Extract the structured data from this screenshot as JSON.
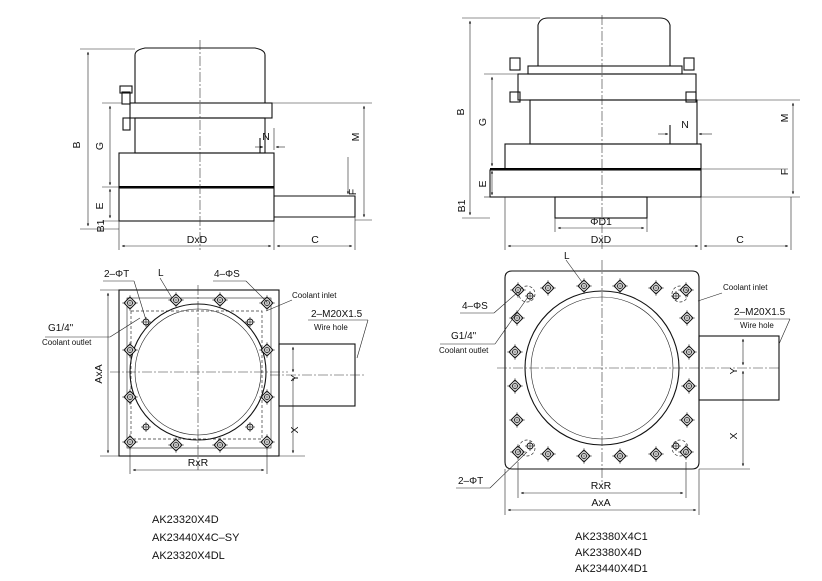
{
  "left_drawing": {
    "dims": {
      "B": "B",
      "G": "G",
      "E": "E",
      "B1": "B1",
      "M": "M",
      "N": "N",
      "F": "F",
      "DxD": "DxD",
      "C": "C",
      "AxA": "AxA",
      "RxR": "RxR",
      "X": "X",
      "Y": "Y"
    },
    "callouts": {
      "holes_T": "2–ΦT",
      "L": "L",
      "holes_S": "4–ΦS",
      "coolant_inlet": "Coolant inlet",
      "g14": "G1/4\"",
      "coolant_outlet": "Coolant outlet",
      "m20": "2–M20X1.5",
      "wire_hole": "Wire hole"
    },
    "models": [
      "AK23320X4D",
      "AK23440X4C–SY",
      "AK23320X4DL"
    ]
  },
  "right_drawing": {
    "dims": {
      "B": "B",
      "G": "G",
      "E": "E",
      "B1": "B1",
      "M": "M",
      "N": "N",
      "F": "F",
      "D1": "ΦD1",
      "DxD": "DxD",
      "C": "C",
      "AxA": "AxA",
      "RxR": "RxR",
      "X": "X",
      "Y": "Y"
    },
    "callouts": {
      "L": "L",
      "holes_S": "4–ΦS",
      "coolant_inlet": "Coolant inlet",
      "g14": "G1/4\"",
      "coolant_outlet": "Coolant outlet",
      "m20": "2–M20X1.5",
      "wire_hole": "Wire hole",
      "holes_T": "2–ΦT"
    },
    "models": [
      "AK23380X4C1",
      "AK23380X4D",
      "AK23440X4D1"
    ]
  }
}
